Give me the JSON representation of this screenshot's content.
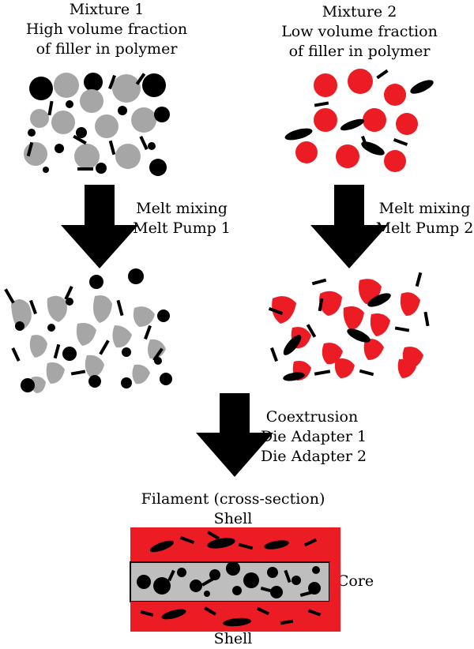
{
  "mixture1": {
    "title": "Mixture 1",
    "line2": "High volume fraction",
    "line3": "of filler in polymer"
  },
  "mixture2": {
    "title": "Mixture 2",
    "line2": "Low volume fraction",
    "line3": "of filler in polymer"
  },
  "step1": {
    "line1": "Melt mixing",
    "line2": "Melt Pump 1"
  },
  "step2": {
    "line1": "Melt mixing",
    "line2": "Melt Pump 2"
  },
  "step3": {
    "line1": "Coextrusion",
    "line2": "Die Adapter 1",
    "line3": "Die Adapter 2"
  },
  "filament": {
    "title": "Filament (cross-section)",
    "shell_top": "Shell",
    "core": "Core",
    "shell_bottom": "Shell"
  },
  "colors": {
    "black": "#000000",
    "gray": "#a6a6a6",
    "red": "#ec1c24",
    "core_gray": "#bebebe"
  }
}
